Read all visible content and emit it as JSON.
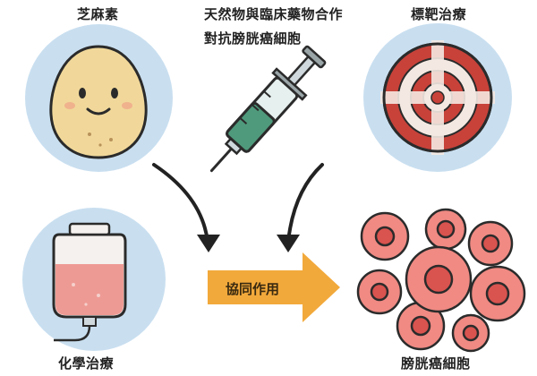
{
  "labels": {
    "sesamin": "芝麻素",
    "title_line1": "天然物與臨床藥物合作",
    "title_line2": "對抗膀胱癌細胞",
    "targeted_therapy": "標靶治療",
    "chemotherapy": "化學治療",
    "bladder_cancer_cells": "膀胱癌細胞",
    "synergy": "協同作用"
  },
  "colors": {
    "circle_bg": "#c9dff0",
    "target_red": "#c8423a",
    "cell_fill": "#f08a83",
    "cell_nucleus": "#d9534f",
    "arrow_orange": "#f2a93b",
    "syringe_liquid": "#4f9a7c"
  },
  "icons": {
    "sesamin": "smiling-seed-icon",
    "syringe": "syringe-icon",
    "target": "target-icon",
    "iv_bag": "iv-bag-icon",
    "cells": "cancer-cells-icon"
  }
}
